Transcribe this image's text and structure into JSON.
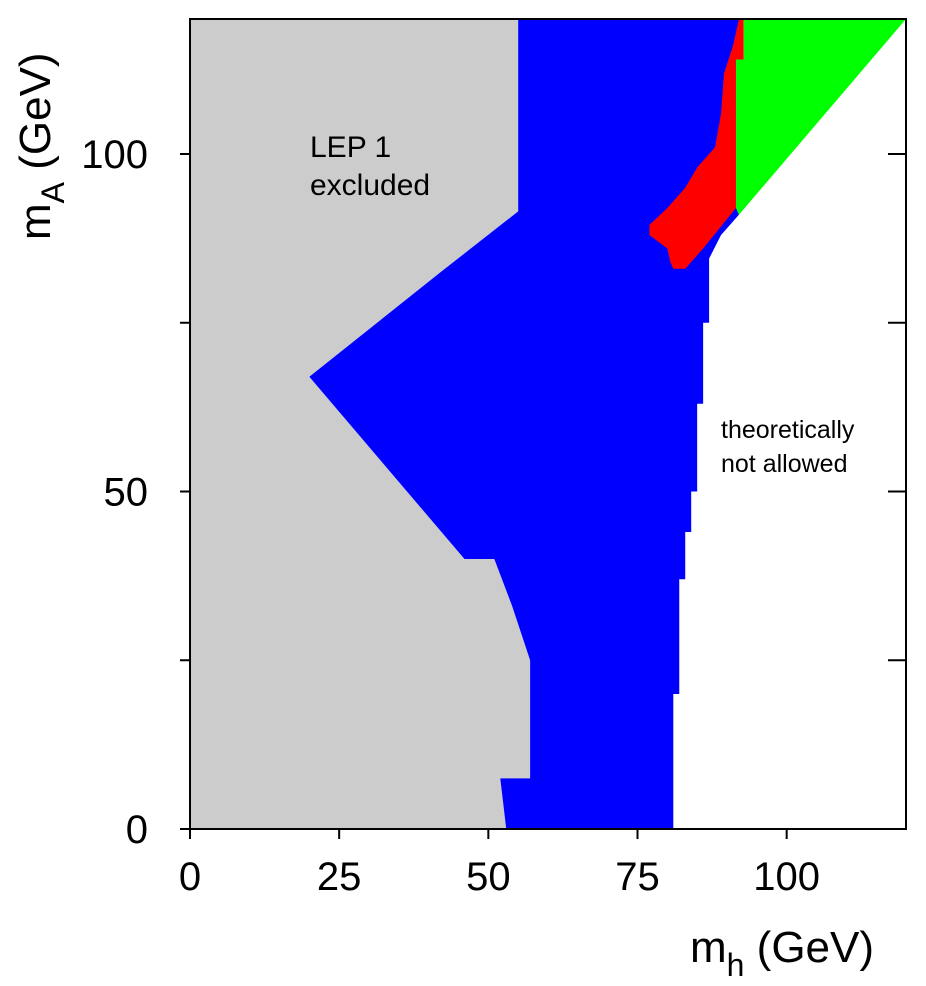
{
  "chart_data": {
    "type": "area",
    "title": "",
    "xlabel": {
      "main": "m",
      "sub": "h",
      "unit": " (GeV)"
    },
    "ylabel": {
      "main": "m",
      "sub": "A",
      "unit": " (GeV)"
    },
    "xlim": [
      0,
      120
    ],
    "ylim": [
      0,
      120
    ],
    "x_ticks": [
      0,
      25,
      50,
      75,
      100
    ],
    "y_ticks": [
      0,
      50,
      100
    ],
    "x_minor_ticks": [
      0,
      25,
      50,
      75,
      100
    ],
    "y_minor_ticks": [
      0,
      25,
      50,
      75,
      100
    ],
    "grid": false,
    "regions": [
      {
        "id": "lep1",
        "color": "#cccccc",
        "polygon": [
          [
            0,
            0
          ],
          [
            53,
            0
          ],
          [
            52,
            7.5
          ],
          [
            57,
            7.5
          ],
          [
            57,
            25
          ],
          [
            54,
            33
          ],
          [
            51,
            40
          ],
          [
            46,
            40
          ],
          [
            20,
            67
          ],
          [
            42,
            82.5
          ],
          [
            55,
            91.5
          ],
          [
            55,
            120
          ],
          [
            0,
            120
          ]
        ]
      },
      {
        "id": "allowed",
        "color": "#0000ff",
        "polygon": [
          [
            55,
            120
          ],
          [
            92,
            120
          ],
          [
            92,
            91
          ],
          [
            89,
            88
          ],
          [
            87,
            84.5
          ],
          [
            87,
            75
          ],
          [
            86,
            75
          ],
          [
            86,
            63
          ],
          [
            85,
            63
          ],
          [
            85,
            50
          ],
          [
            84,
            50
          ],
          [
            84,
            44
          ],
          [
            83,
            44
          ],
          [
            83,
            37
          ],
          [
            82,
            37
          ],
          [
            82,
            20
          ],
          [
            81,
            20
          ],
          [
            81,
            0
          ],
          [
            53,
            0
          ],
          [
            52,
            7.5
          ],
          [
            57,
            7.5
          ],
          [
            57,
            25
          ],
          [
            54,
            33
          ],
          [
            51,
            40
          ],
          [
            46,
            40
          ],
          [
            20,
            67
          ],
          [
            42,
            82.5
          ],
          [
            55,
            91.5
          ]
        ]
      },
      {
        "id": "red",
        "color": "#ff0000",
        "polygon": [
          [
            92,
            120
          ],
          [
            92.8,
            120
          ],
          [
            92.8,
            114
          ],
          [
            91.5,
            114
          ],
          [
            91.5,
            92
          ],
          [
            86,
            86
          ],
          [
            83,
            83
          ],
          [
            81,
            83
          ],
          [
            80.5,
            84
          ],
          [
            80,
            86
          ],
          [
            77,
            88
          ],
          [
            77,
            89.5
          ],
          [
            80,
            92
          ],
          [
            83,
            95
          ],
          [
            85,
            98
          ],
          [
            88,
            101
          ],
          [
            89,
            106
          ],
          [
            89.5,
            112
          ],
          [
            91,
            116
          ]
        ]
      },
      {
        "id": "green",
        "color": "#00ff00",
        "polygon": [
          [
            92.8,
            120
          ],
          [
            120,
            120
          ],
          [
            92,
            91
          ],
          [
            91.5,
            92
          ],
          [
            91.5,
            114
          ],
          [
            92.8,
            114
          ]
        ]
      }
    ],
    "annotations": [
      {
        "id": "lep1",
        "lines": [
          "LEP 1",
          "excluded"
        ]
      },
      {
        "id": "theory",
        "lines": [
          "theoretically",
          "not allowed"
        ]
      }
    ]
  }
}
